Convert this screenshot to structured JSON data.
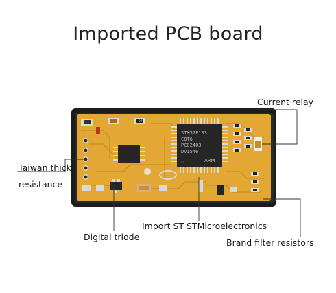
{
  "title": "Imported PCB board",
  "callouts": {
    "current_relay": "Current relay",
    "taiwan_thick": "Taiwan thick",
    "resistance": "resistance",
    "import_st": "Import ST STMicroelectronics",
    "digital_triode": "Digital triode",
    "brand_filter": "Brand filter resistors"
  },
  "chip_text": {
    "line1": "STM32F103",
    "line2": "C8T6",
    "line3": "PC82403",
    "line4": "DV1546",
    "brand": "ARM"
  },
  "silkscreen": {
    "resistor_code": "270"
  },
  "colors": {
    "pcb": "#e3a733",
    "pcb_dark": "#c98d22",
    "frame": "#1c1c1c",
    "chip": "#262626",
    "pad": "#d9d9d9",
    "leader": "#333333"
  }
}
